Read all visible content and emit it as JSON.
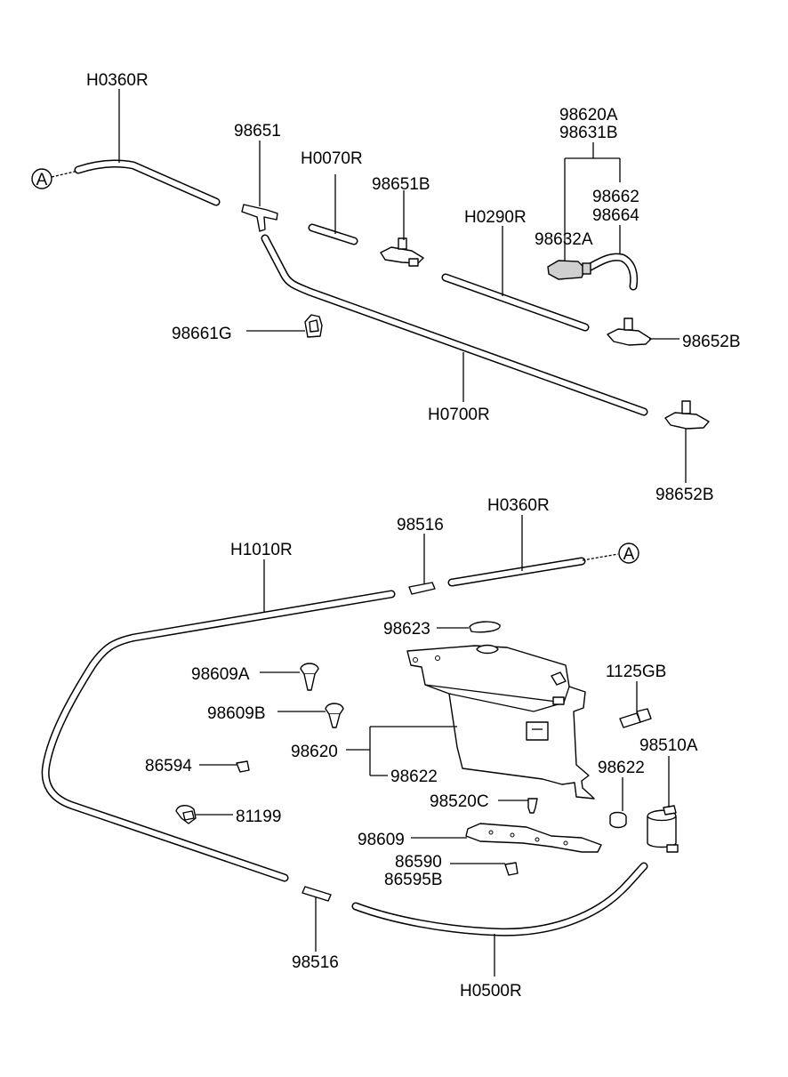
{
  "labels": {
    "h0360r_top": "H0360R",
    "p98651": "98651",
    "h0070r": "H0070R",
    "p98651b": "98651B",
    "p98620a": "98620A",
    "p98631b": "98631B",
    "p98662": "98662",
    "p98664": "98664",
    "h0290r": "H0290R",
    "p98632a": "98632A",
    "p98661g": "98661G",
    "p98652b_1": "98652B",
    "h0700r": "H0700R",
    "p98652b_2": "98652B",
    "p98516_top": "98516",
    "h0360r_bottom": "H0360R",
    "h1010r": "H1010R",
    "p98623": "98623",
    "p98609a": "98609A",
    "p1125gb": "1125GB",
    "p98609b": "98609B",
    "p98620": "98620",
    "p98510a": "98510A",
    "p86594": "86594",
    "p98622_right": "98622",
    "p98622_left": "98622",
    "p98520c": "98520C",
    "p81199": "81199",
    "p98609": "98609",
    "p86590": "86590",
    "p86595b": "86595B",
    "p98516_bottom": "98516",
    "h0500r": "H0500R",
    "ref_a_top": "A",
    "ref_a_bottom": "A"
  }
}
